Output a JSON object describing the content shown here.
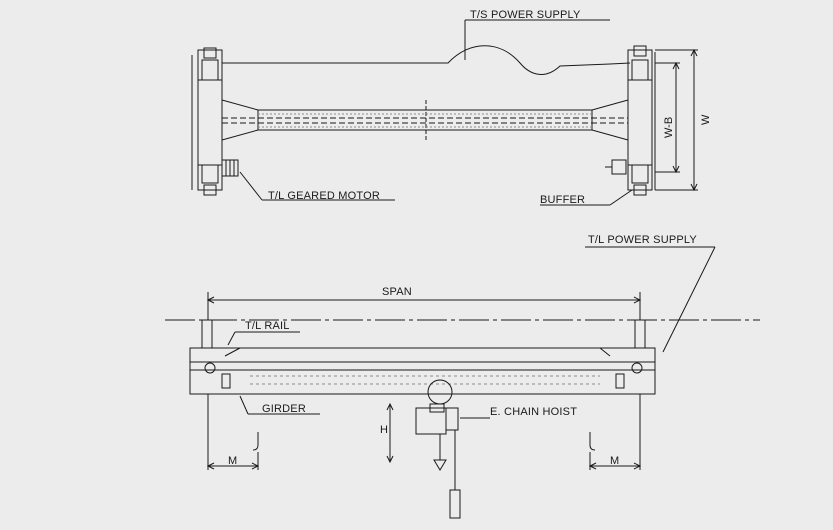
{
  "labels": {
    "ts_power_supply": "T/S POWER SUPPLY",
    "tl_geared_motor": "T/L GEARED MOTOR",
    "buffer": "BUFFER",
    "wb": "W-B",
    "w": "W",
    "tl_power_supply": "T/L POWER SUPPLY",
    "span": "SPAN",
    "tl_rail": "T/L RAIL",
    "girder": "GIRDER",
    "e_chain_hoist": "E. CHAIN HOIST",
    "h": "H",
    "m_left": "M",
    "m_right": "M"
  },
  "colors": {
    "ink": "#1a1a1a",
    "paper": "#ececec",
    "hatch": "#8a8a8a"
  }
}
